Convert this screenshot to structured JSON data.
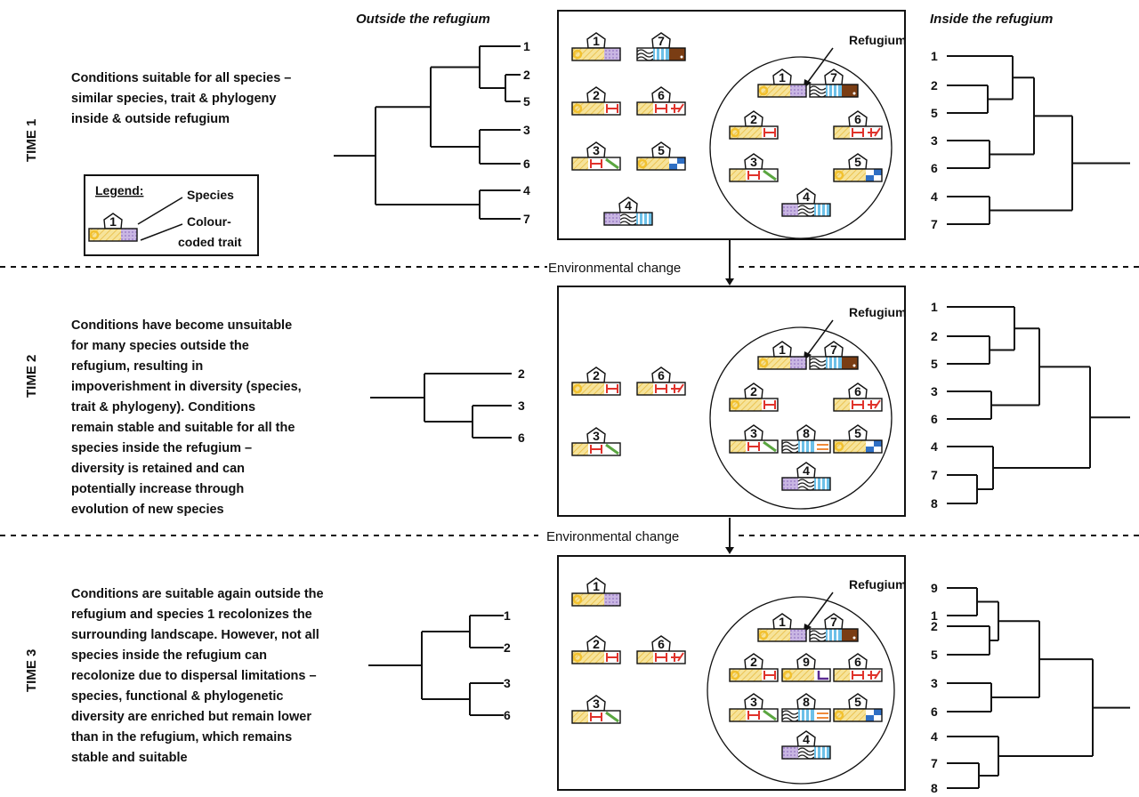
{
  "headers": {
    "outside": "Outside the refugium",
    "inside": "Inside the refugium"
  },
  "refugium_label": "Refugium",
  "env_change": "Environmental change",
  "legend": {
    "title": "Legend:",
    "species": "Species",
    "trait_line1": "Colour-",
    "trait_line2": "coded trait",
    "example_species": "1"
  },
  "panels": [
    {
      "time": "TIME 1",
      "description": [
        "Conditions suitable for all species –",
        "similar species, trait & phylogeny",
        "inside & outside refugium"
      ],
      "outside_tree_tips": [
        "1",
        "2",
        "5",
        "3",
        "6",
        "4",
        "7"
      ],
      "inside_tree_tips": [
        "1",
        "2",
        "5",
        "3",
        "6",
        "4",
        "7"
      ],
      "outside_species": [
        "1",
        "7",
        "2",
        "6",
        "3",
        "5",
        "4"
      ],
      "inside_species": [
        "1",
        "7",
        "2",
        "6",
        "3",
        "5",
        "4"
      ]
    },
    {
      "time": "TIME 2",
      "description": [
        "Conditions have become unsuitable",
        "for many species outside the",
        "refugium, resulting in",
        "impoverishment in diversity (species,",
        "trait & phylogeny). Conditions",
        "remain stable and suitable for all the",
        "species inside the refugium –",
        "diversity is retained and can",
        "potentially increase through",
        "evolution of new species"
      ],
      "outside_tree_tips": [
        "2",
        "3",
        "6"
      ],
      "inside_tree_tips": [
        "1",
        "2",
        "5",
        "3",
        "6",
        "4",
        "7",
        "8"
      ],
      "outside_species": [
        "2",
        "6",
        "3"
      ],
      "inside_species": [
        "1",
        "7",
        "2",
        "6",
        "3",
        "8",
        "5",
        "4"
      ]
    },
    {
      "time": "TIME 3",
      "description": [
        "Conditions are  suitable again outside the",
        "refugium and species 1 recolonizes the",
        "surrounding landscape. However, not all",
        "species inside the refugium can",
        "recolonize due to dispersal limitations –",
        "species, functional & phylogenetic",
        "diversity are enriched but remain lower",
        "than in the refugium, which remains",
        "stable and suitable"
      ],
      "outside_tree_tips": [
        "1",
        "2",
        "3",
        "6"
      ],
      "inside_tree_tips": [
        "9",
        "1",
        "2",
        "5",
        "3",
        "6",
        "4",
        "7",
        "8"
      ],
      "outside_species": [
        "1",
        "2",
        "6",
        "3"
      ],
      "inside_species": [
        "1",
        "7",
        "2",
        "9",
        "6",
        "3",
        "8",
        "5",
        "4"
      ]
    }
  ],
  "trait_colors": {
    "yellow": "#f2c12e",
    "purple": "#b9a3d6",
    "red": "#e0322b",
    "green": "#5aa640",
    "blue": "#2f6fc4",
    "lightblue": "#6cc0e8",
    "brown": "#7a3d14",
    "orange": "#f08a3a",
    "violet": "#5a2a91"
  }
}
